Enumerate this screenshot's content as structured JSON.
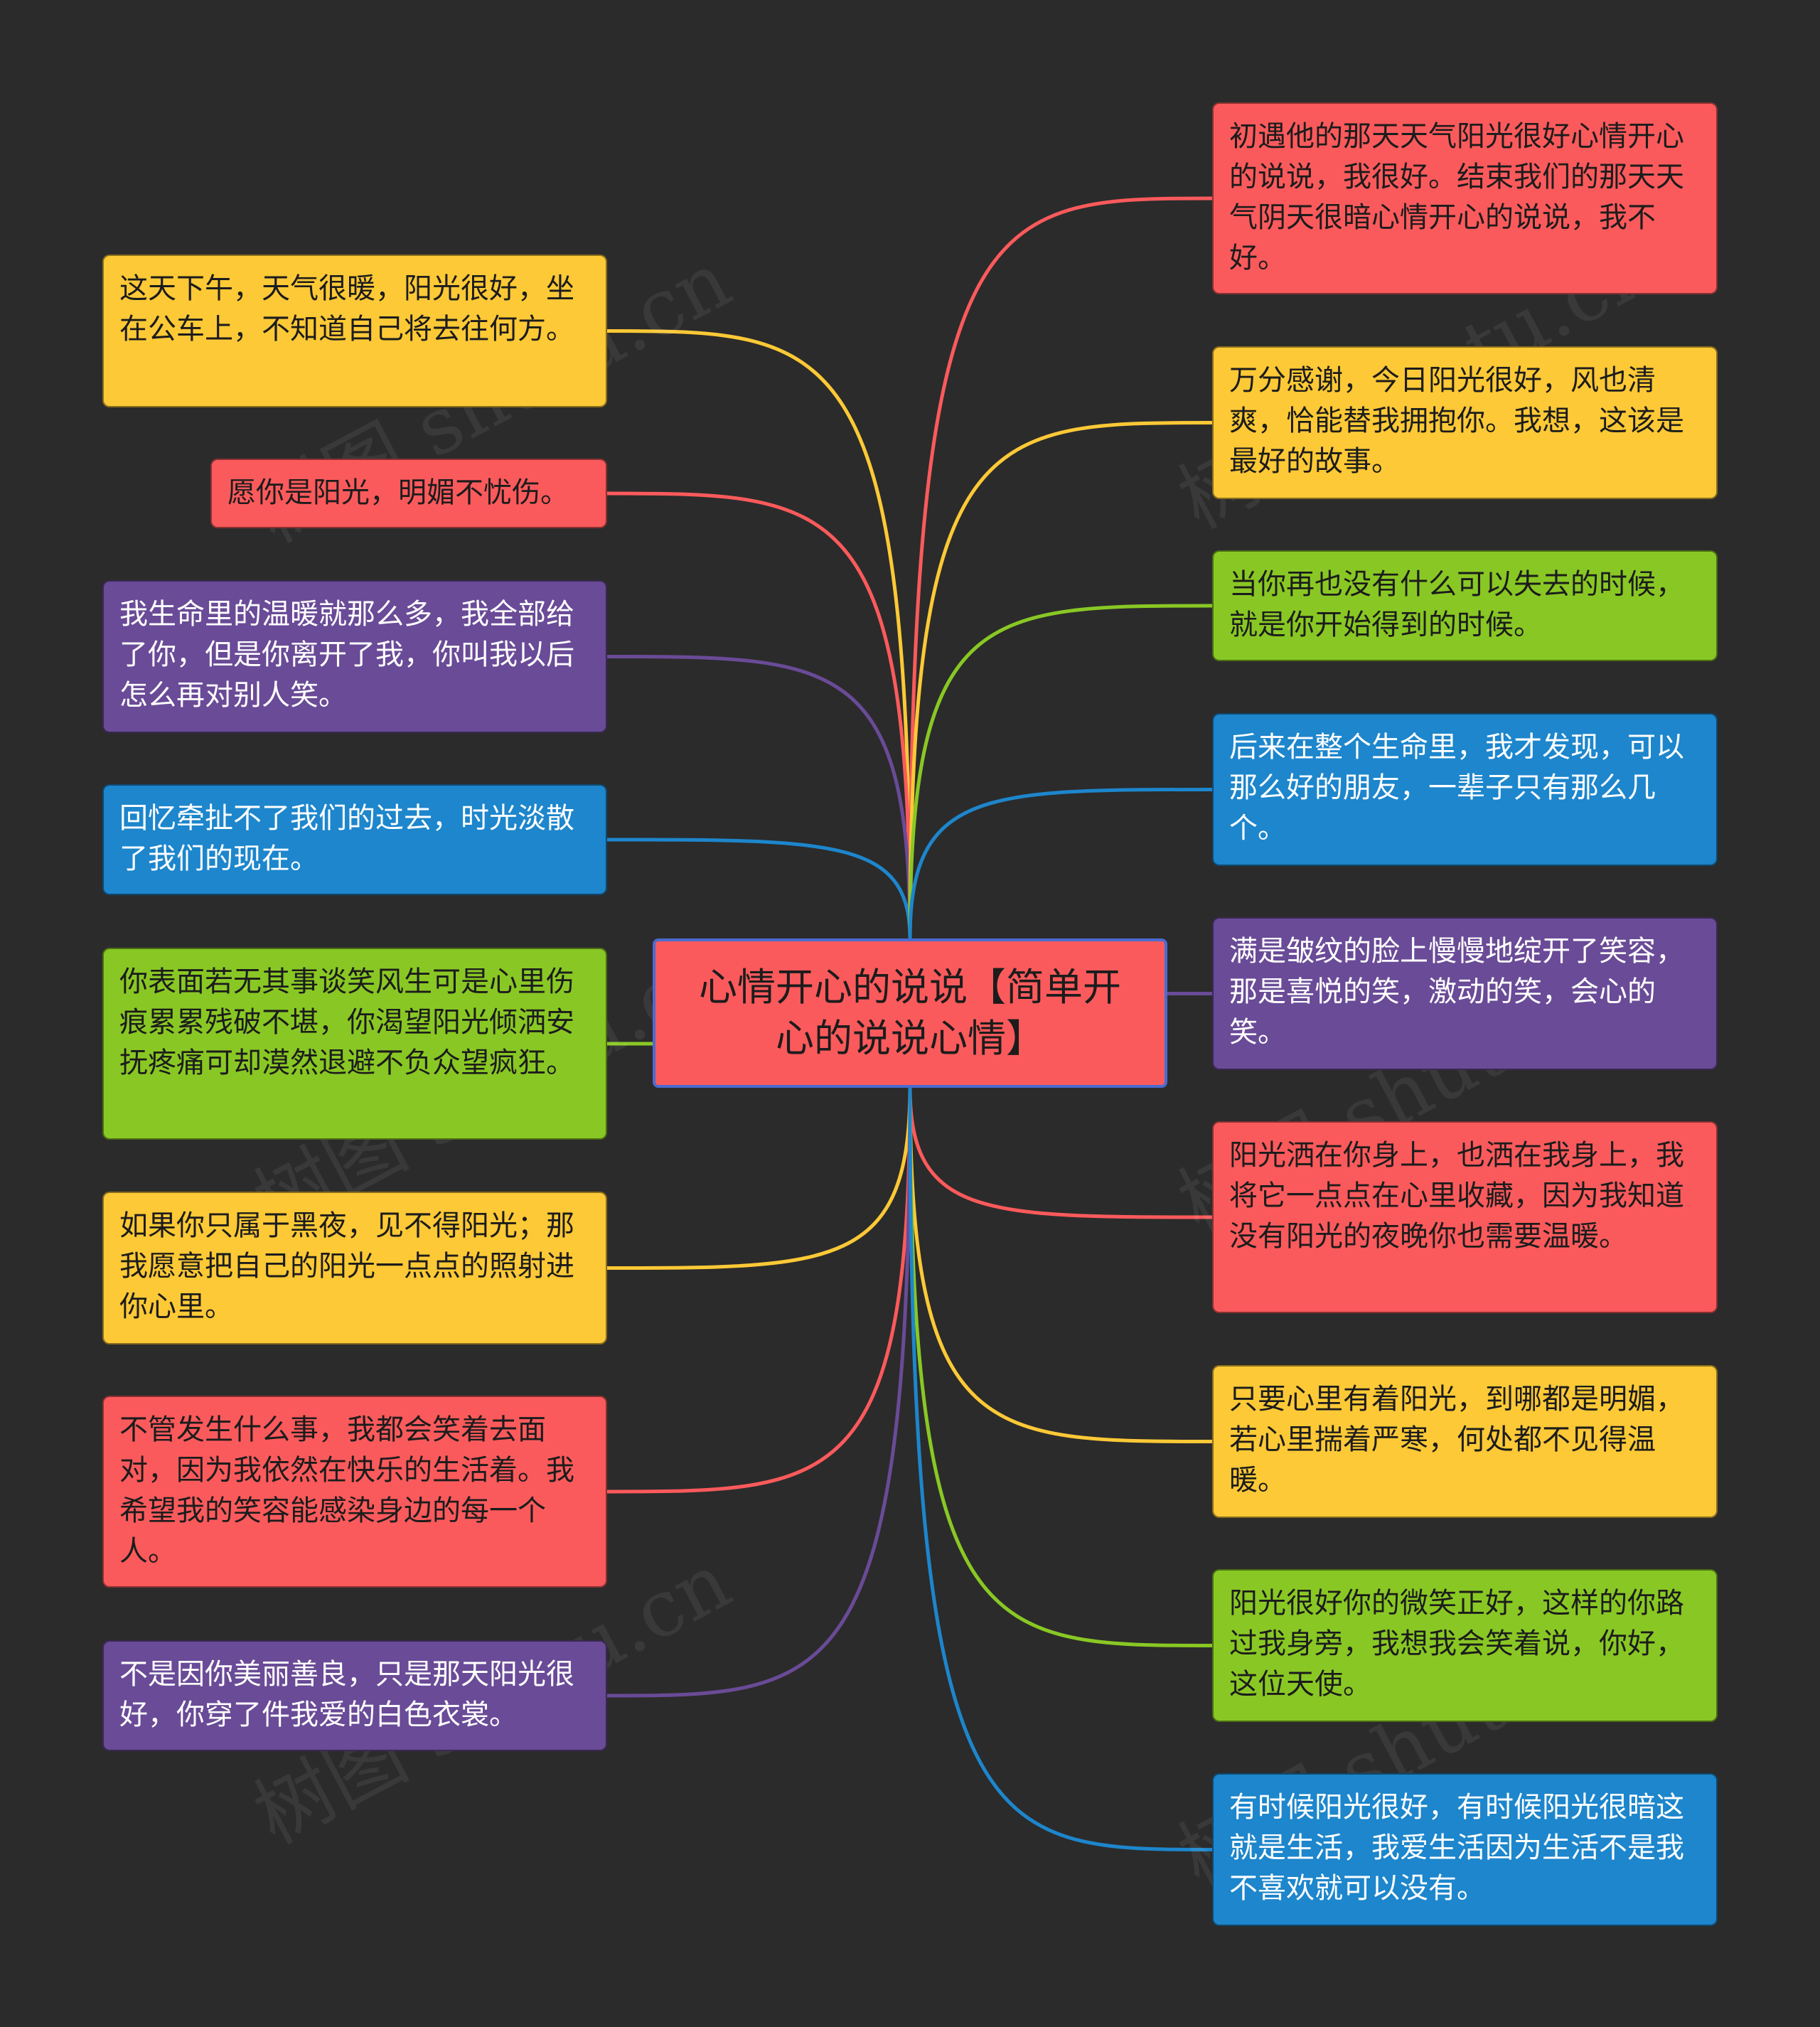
{
  "colors": {
    "background": "#2b2b2b",
    "red": "#fb5a5c",
    "yellow": "#fdc936",
    "purple": "#6a4b97",
    "blue": "#1d86cc",
    "green": "#89c824",
    "center_border": "#4a6bd0"
  },
  "center": {
    "text": "心情开心的说说【简单开心的说说心情】",
    "color": "red"
  },
  "left_nodes": [
    {
      "text": "这天下午，天气很暖，阳光很好，坐在公车上，不知道自己将去往何方。",
      "color": "yellow"
    },
    {
      "text": "愿你是阳光，明媚不忧伤。",
      "color": "red"
    },
    {
      "text": "我生命里的温暖就那么多，我全部给了你，但是你离开了我，你叫我以后怎么再对别人笑。",
      "color": "purple"
    },
    {
      "text": "回忆牵扯不了我们的过去，时光淡散了我们的现在。",
      "color": "blue"
    },
    {
      "text": "你表面若无其事谈笑风生可是心里伤痕累累残破不堪，你渴望阳光倾洒安抚疼痛可却漠然退避不负众望疯狂。",
      "color": "green"
    },
    {
      "text": "如果你只属于黑夜，见不得阳光；那我愿意把自己的阳光一点点的照射进你心里。",
      "color": "yellow"
    },
    {
      "text": "不管发生什么事，我都会笑着去面对，因为我依然在快乐的生活着。我希望我的笑容能感染身边的每一个人。",
      "color": "red"
    },
    {
      "text": "不是因你美丽善良，只是那天阳光很好，你穿了件我爱的白色衣裳。",
      "color": "purple"
    }
  ],
  "right_nodes": [
    {
      "text": "初遇他的那天天气阳光很好心情开心的说说，我很好。结束我们的那天天气阴天很暗心情开心的说说，我不好。",
      "color": "red"
    },
    {
      "text": "万分感谢，今日阳光很好，风也清爽，恰能替我拥抱你。我想，这该是最好的故事。",
      "color": "yellow"
    },
    {
      "text": "当你再也没有什么可以失去的时候，就是你开始得到的时候。",
      "color": "green"
    },
    {
      "text": "后来在整个生命里，我才发现，可以那么好的朋友，一辈子只有那么几个。",
      "color": "blue"
    },
    {
      "text": "满是皱纹的脸上慢慢地绽开了笑容，那是喜悦的笑，激动的笑，会心的笑。",
      "color": "purple"
    },
    {
      "text": "阳光洒在你身上，也洒在我身上，我将它一点点在心里收藏，因为我知道没有阳光的夜晚你也需要温暖。",
      "color": "red"
    },
    {
      "text": "只要心里有着阳光，到哪都是明媚，若心里揣着严寒，何处都不见得温暖。",
      "color": "yellow"
    },
    {
      "text": "阳光很好你的微笑正好，这样的你路过我身旁，我想我会笑着说，你好，这位天使。",
      "color": "green"
    },
    {
      "text": "有时候阳光很好，有时候阳光很暗这就是生活，我爱生活因为生活不是我不喜欢就可以没有。",
      "color": "blue"
    }
  ],
  "watermark": "树图 shutu.cn"
}
